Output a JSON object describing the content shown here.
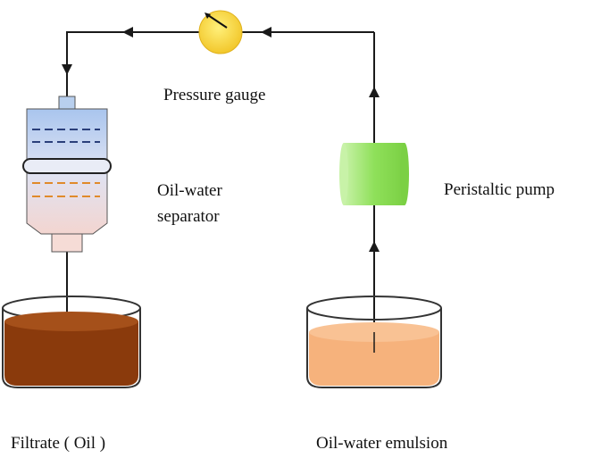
{
  "labels": {
    "pressure_gauge": "Pressure gauge",
    "separator_line1": "Oil-water",
    "separator_line2": "separator",
    "peristaltic_pump": "Peristaltic pump",
    "filtrate": "Filtrate ( Oil )",
    "emulsion": "Oil-water emulsion"
  },
  "colors": {
    "line": "#1a1a1a",
    "gauge_fill": "#f5d33a",
    "pump_fill": "#8fe05a",
    "separator_top": "#a9c5ee",
    "separator_bottom": "#f3d5d0",
    "oil": "#8a3a0c",
    "emulsion": "#f6b27c",
    "water_dash": "#2b3f7a",
    "oil_dash": "#e08a2a"
  }
}
